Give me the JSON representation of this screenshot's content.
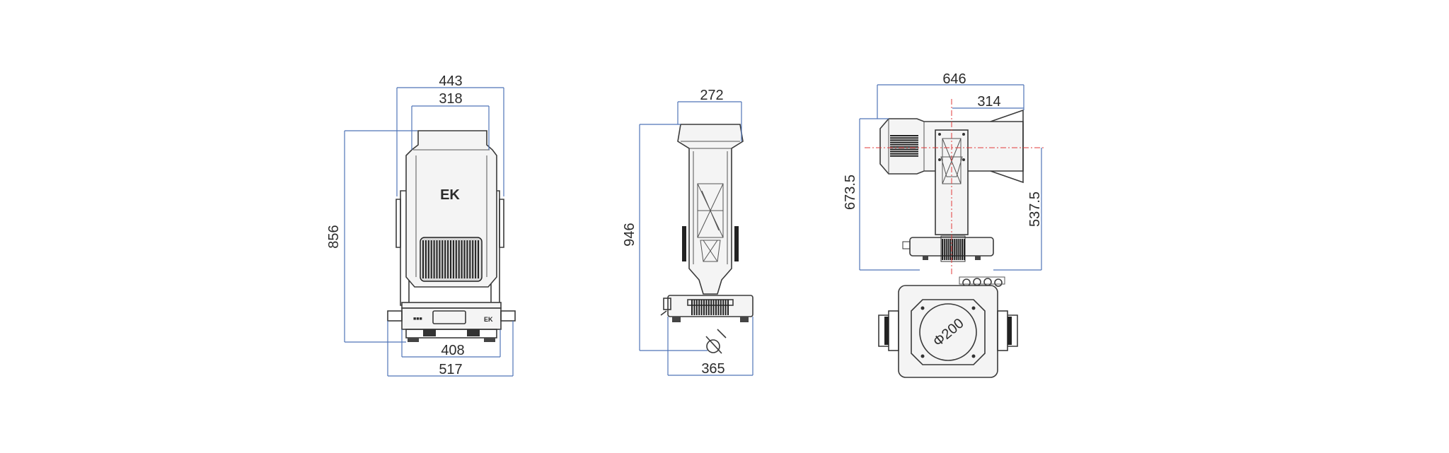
{
  "dimensions": {
    "front": {
      "width_total": "443",
      "width_head": "318",
      "height": "856",
      "width_base": "408",
      "width_handles": "517"
    },
    "side": {
      "width_head": "272",
      "height": "946",
      "width_base": "365"
    },
    "top": {
      "length_total": "646",
      "offset": "314",
      "height_head": "673.5",
      "height_pivot": "537.5",
      "lens_diameter": "Φ200"
    }
  },
  "brand": {
    "logo_text": "EK"
  },
  "colors": {
    "dimension_line": "#4f74b8",
    "center_line": "#e23a3a",
    "outline": "#3a3a3a"
  }
}
